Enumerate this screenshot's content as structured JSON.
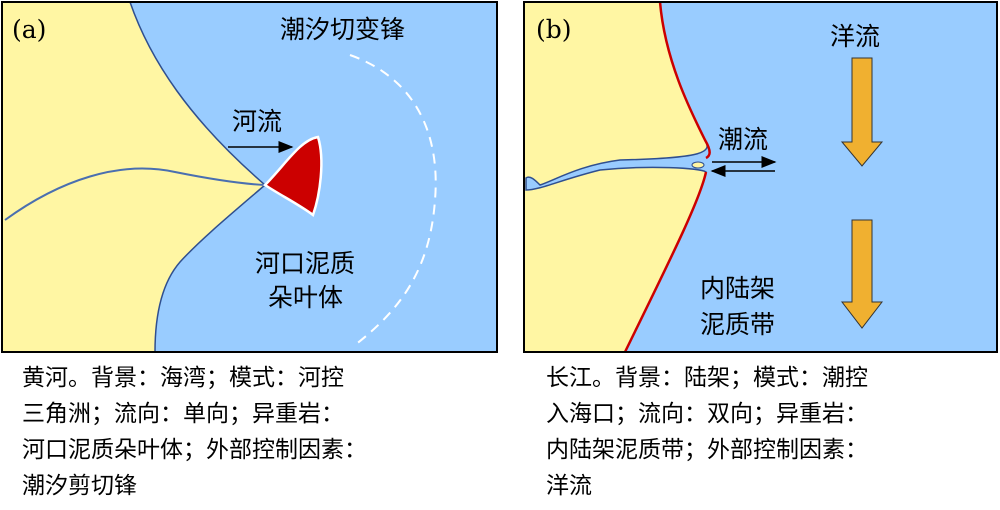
{
  "colors": {
    "land": "#FFF6A3",
    "sea": "#99CCFF",
    "lobe": "#CC0000",
    "current_arrow": "#F0B030",
    "border": "#000000"
  },
  "panel_a": {
    "tag": "(a)",
    "shear_front": "潮汐切变锋",
    "river": "河流",
    "lobe_line1": "河口泥质",
    "lobe_line2": "朵叶体",
    "caption": [
      "黄河。背景：海湾；模式：河控",
      "三角洲；流向：单向；异重岩：",
      "河口泥质朵叶体；外部控制因素：",
      "潮汐剪切锋"
    ]
  },
  "panel_b": {
    "tag": "(b)",
    "ocean_current": "洋流",
    "tidal_current": "潮流",
    "belt_line1": "内陆架",
    "belt_line2": "泥质带",
    "caption": [
      "长江。背景：陆架；模式：潮控",
      "入海口；流向：双向；异重岩：",
      "内陆架泥质带；外部控制因素：",
      "洋流"
    ]
  }
}
